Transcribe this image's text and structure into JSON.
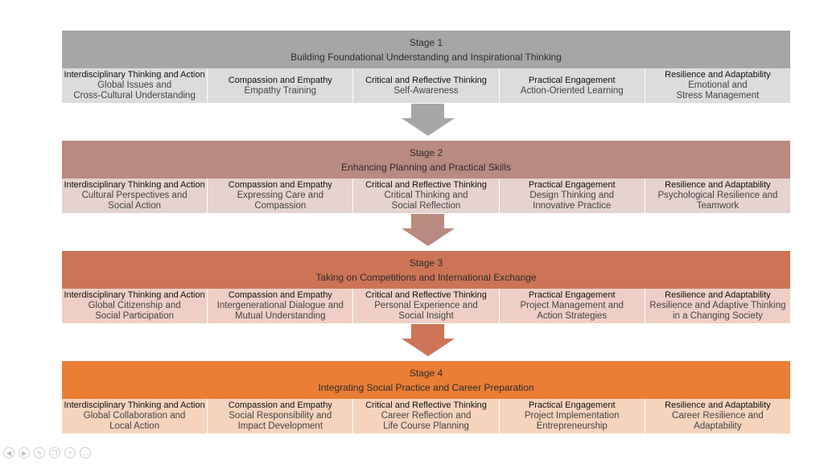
{
  "colors": {
    "stage1_header": "#a6a6a6",
    "stage1_row": "#dcdcdc",
    "stage2_header": "#b98a80",
    "stage2_row": "#e6d2ce",
    "stage3_header": "#cd7456",
    "stage3_row": "#efcfc5",
    "stage4_header": "#ea7e35",
    "stage4_row": "#f6d3bd"
  },
  "stages": [
    {
      "label": "Stage 1",
      "title": "Building Foundational Understanding and Inspirational Thinking",
      "cells": [
        {
          "head": "Interdisciplinary Thinking and Action",
          "body": "Global Issues and\nCross-Cultural Understanding"
        },
        {
          "head": "Compassion and Empathy",
          "body": "Empathy Training"
        },
        {
          "head": "Critical and Reflective Thinking",
          "body": "Self-Awareness"
        },
        {
          "head": "Practical Engagement",
          "body": "Action-Oriented Learning"
        },
        {
          "head": "Resilience and Adaptability",
          "body": "Emotional and\nStress Management"
        }
      ]
    },
    {
      "label": "Stage 2",
      "title": "Enhancing Planning and Practical Skills",
      "cells": [
        {
          "head": "Interdisciplinary Thinking and Action",
          "body": "Cultural Perspectives and\nSocial Action"
        },
        {
          "head": "Compassion and Empathy",
          "body": "Expressing Care and\nCompassion"
        },
        {
          "head": "Critical and Reflective Thinking",
          "body": "Critical Thinking and\nSocial Reflection"
        },
        {
          "head": "Practical Engagement",
          "body": "Design Thinking and\nInnovative Practice"
        },
        {
          "head": "Resilience and Adaptability",
          "body": "Psychological Resilience and\nTeamwork"
        }
      ]
    },
    {
      "label": "Stage 3",
      "title": "Taking on Competitions and International Exchange",
      "cells": [
        {
          "head": "Interdisciplinary Thinking and Action",
          "body": "Global Citizenship and\nSocial Participation"
        },
        {
          "head": "Compassion and Empathy",
          "body": "Intergenerational Dialogue and\nMutual Understanding"
        },
        {
          "head": "Critical and Reflective Thinking",
          "body": "Personal Experience and\nSocial Insight"
        },
        {
          "head": "Practical Engagement",
          "body": "Project Management and\nAction Strategies"
        },
        {
          "head": "Resilience and Adaptability",
          "body": "Resilience and Adaptive Thinking\nin a Changing Society"
        }
      ]
    },
    {
      "label": "Stage 4",
      "title": "Integrating Social Practice and Career Preparation",
      "cells": [
        {
          "head": "Interdisciplinary Thinking and Action",
          "body": "Global Collaboration and\nLocal Action"
        },
        {
          "head": "Compassion and Empathy",
          "body": "Social Responsibility and\nImpact Development"
        },
        {
          "head": "Critical and Reflective Thinking",
          "body": "Career Reflection and\nLife Course Planning"
        },
        {
          "head": "Practical Engagement",
          "body": "Project Implementation\nEntrepreneurship"
        },
        {
          "head": "Resilience and Adaptability",
          "body": "Career Resilience and\nAdaptability"
        }
      ]
    }
  ],
  "controls": [
    {
      "icon": "previous-slide-icon",
      "glyph": "◀"
    },
    {
      "icon": "next-slide-icon",
      "glyph": "▶"
    },
    {
      "icon": "pen-icon",
      "glyph": "✎"
    },
    {
      "icon": "slides-icon",
      "glyph": "❐"
    },
    {
      "icon": "zoom-icon",
      "glyph": "⌕"
    },
    {
      "icon": "more-options-icon",
      "glyph": "…"
    }
  ]
}
